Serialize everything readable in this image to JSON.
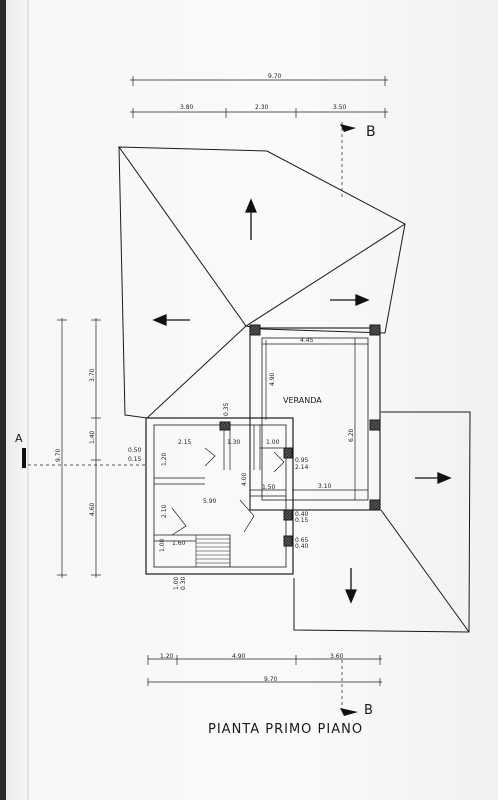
{
  "title": "PIANTA PRIMO PIANO",
  "section_markers": {
    "a": "A",
    "b_top": "B",
    "b_bottom": "B"
  },
  "rooms": {
    "veranda": "VERANDA"
  },
  "dimensions": {
    "top_total": "9.70",
    "top_1": "3.80",
    "top_2": "2.30",
    "top_3": "3.50",
    "bottom_1": "1.20",
    "bottom_2": "4.90",
    "bottom_3": "3.60",
    "bottom_total": "9.70",
    "left_total": "9.70",
    "left_1": "3.70",
    "left_2": "1.40",
    "left_3": "4.60",
    "veranda_width": "4.45",
    "veranda_height": "6.20",
    "veranda_side": "4.90",
    "veranda_bottom": "3.10",
    "house_2_15": "2.15",
    "house_1_30": "1.30",
    "house_1_00": "1.00",
    "house_0_35": "0.35",
    "house_1_20": "1.20",
    "house_4_00": "4.00",
    "house_1_50": "1.50",
    "house_5_90": "5.90",
    "house_2_10": "2.10",
    "house_1_00b": "1.00",
    "house_1_60": "1.60",
    "house_0_50": "0.50",
    "house_0_15": "0.15",
    "house_0_95": "0.95",
    "house_2_14": "2.14",
    "house_0_40": "0.40",
    "house_0_15b": "0.15",
    "house_0_65": "0.65",
    "house_0_40b": "0.40",
    "house_1_00c": "1.00",
    "house_0_30": "0.30"
  },
  "colors": {
    "ink": "#1a1a1a",
    "paper": "#fafaf8",
    "wall_fill": "#3a3a3a"
  }
}
